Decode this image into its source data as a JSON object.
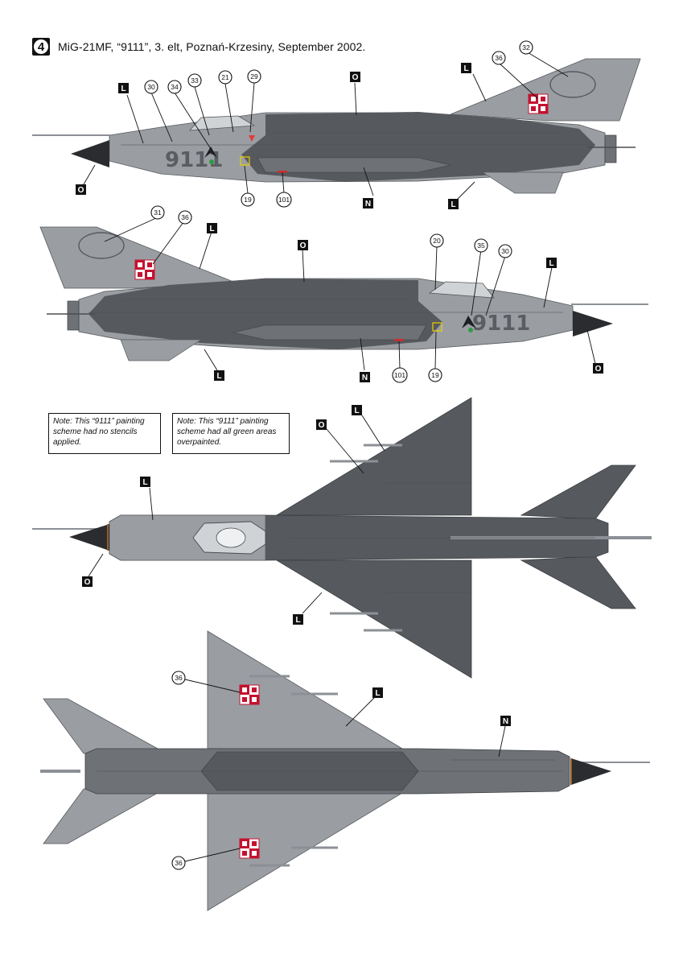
{
  "header": {
    "scheme_number": "4",
    "title": "MiG-21MF, “9111”, 3. elt, Poznań-Krzesiny, September 2002."
  },
  "notes": [
    "Note: This “9111” painting scheme had no stencils applied.",
    "Note: This “9111” painting scheme had all green areas overpainted."
  ],
  "tail_number": "9111",
  "colors": {
    "color_O": "#56595d",
    "color_L": "#9a9ea3",
    "color_N": "#6e7176",
    "canopy": "#cfd3d6",
    "nose_cone": "#2a2c2f",
    "roundel_red": "#c4122f",
    "roundel_white": "#ffffff"
  },
  "labels": {
    "O": "O",
    "L": "L",
    "N": "N"
  },
  "callouts": {
    "c19": "19",
    "c20": "20",
    "c21": "21",
    "c29": "29",
    "c30": "30",
    "c31": "31",
    "c32": "32",
    "c33": "33",
    "c34": "34",
    "c35": "35",
    "c36": "36",
    "c101": "101"
  }
}
